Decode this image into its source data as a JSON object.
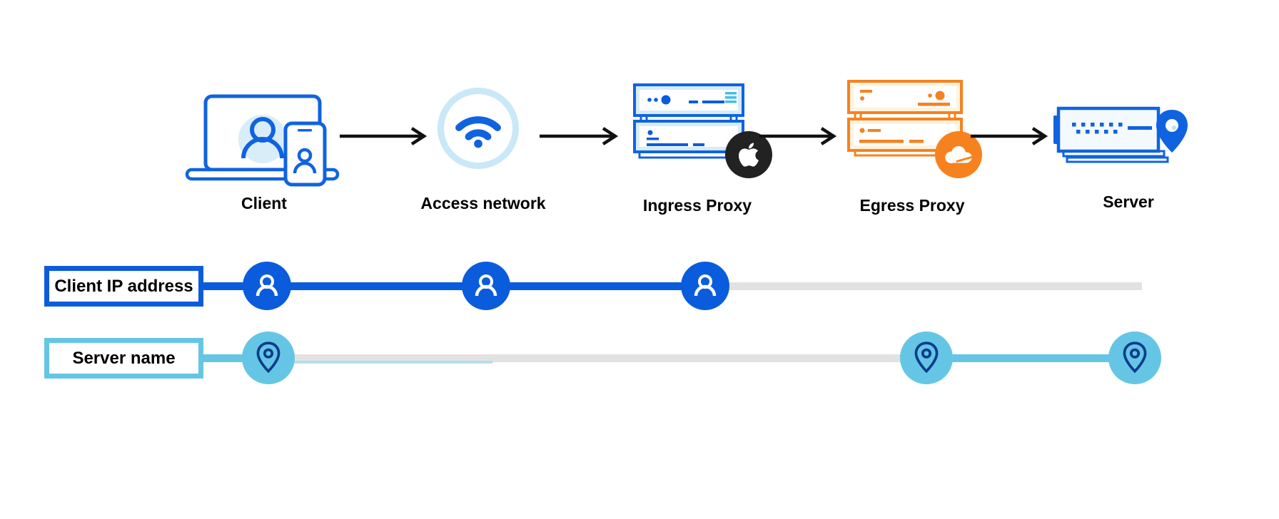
{
  "flow_nodes": [
    {
      "id": "client",
      "label": "Client",
      "icon": "laptop-phone-icon"
    },
    {
      "id": "access-network",
      "label": "Access network",
      "icon": "wifi-icon"
    },
    {
      "id": "ingress-proxy",
      "label": "Ingress Proxy",
      "icon": "server-stack-icon",
      "badge": "apple-logo"
    },
    {
      "id": "egress-proxy",
      "label": "Egress Proxy",
      "icon": "server-stack-icon",
      "badge": "cloudflare-logo"
    },
    {
      "id": "server",
      "label": "Server",
      "icon": "server-location-icon"
    }
  ],
  "tracks": [
    {
      "id": "client-ip-address",
      "label": "Client IP address",
      "marker_icon": "user-icon",
      "known_at": [
        "Client",
        "Access network",
        "Ingress Proxy"
      ]
    },
    {
      "id": "server-name",
      "label": "Server name",
      "marker_icon": "location-pin-icon",
      "known_at": [
        "Client",
        "Egress Proxy",
        "Server"
      ]
    }
  ],
  "colors": {
    "primary_blue": "#0B5CDC",
    "icon_blue": "#1063E0",
    "light_blue_fill": "#D6ECF8",
    "wifi_ring_blue": "#C9E8F8",
    "sky_blue": "#64C6E4",
    "pin_navy": "#0B3A8C",
    "inactive_gray": "#E2E2E2",
    "orange": "#F6821F",
    "cream_fill": "#FDF3DF",
    "badge_black": "#222222",
    "arrow_black": "#111111",
    "teal_accent": "#45BDE8"
  }
}
